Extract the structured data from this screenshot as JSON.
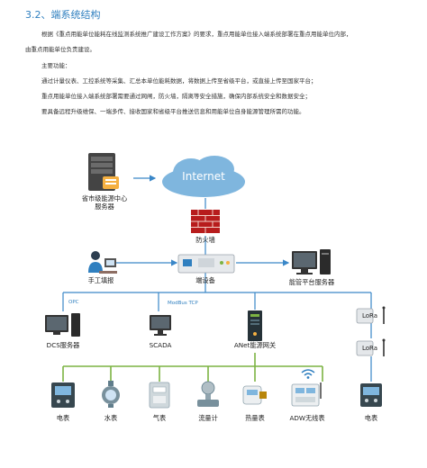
{
  "section": {
    "title": "3.2、端系统结构"
  },
  "paragraphs": {
    "intro_1": "根据《重点用能单位能耗在线监测系统推广建设工作方案》的要求，重点用能单位接入端系统部署在重点用能单位内部，",
    "intro_2": "由重点用能单位负责建设。",
    "main_functions": "主要功能：",
    "func_1": "通过计量仪表、工控系统等采集、汇总本单位能耗数据，将数据上传至省级平台，或直接上传至国家平台；",
    "func_2": "重点用能单位接入端系统部署需要通过网闸，防火墙，隔离等安全措施，确保内部系统安全和数据安全；",
    "func_3": "要具备远程升级维保、一端多传、接收国家和省级平台推送信息和用能单位自身能源管理所需的功能。"
  },
  "diagram": {
    "internet": "Internet",
    "provincial_server": {
      "line1": "省市级能源中心",
      "line2": "服务器"
    },
    "firewall": "防火墙",
    "manual_entry": "手工填报",
    "edge_device": "端设备",
    "platform_server": "能管平台服务器",
    "protocol_opc": "OPC",
    "protocol_modbus": "ModBus TCP",
    "dcs_server": "DCS服务器",
    "scada": "SCADA",
    "anet_gateway": "ANet能源网关",
    "lora_badge": "LoRa",
    "devices": {
      "electric_meter": "电表",
      "water_meter": "水表",
      "gas_meter": "气表",
      "flow_meter": "流量计",
      "heat_meter": "热量表",
      "adw_meter": "ADW无线表",
      "electric_meter_2": "电表"
    }
  },
  "colors": {
    "heading": "#2f7fbf",
    "link_blue": "#3a87c8",
    "link_green": "#7cb342"
  }
}
